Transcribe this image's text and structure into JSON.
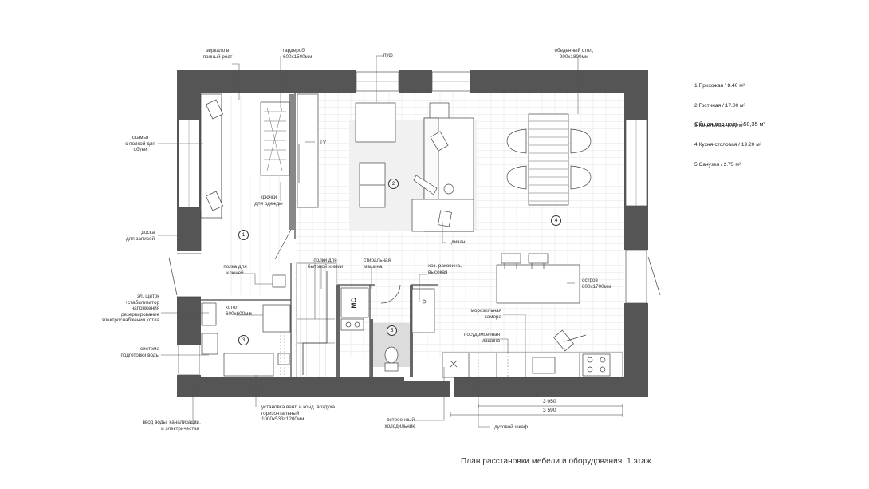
{
  "legend": [
    "1 Прихожая / 8.40 м²",
    "2 Гостиная / 17.00 м²",
    "3 Котельная/ 3.00 м²",
    "4 Кухня-столовая / 19.20 м²",
    "5 Санузел / 2.75 м²"
  ],
  "total_area": "Общая площадь  / 50,35 м²",
  "caption": "План расстановки мебели и оборудования. 1 этаж.",
  "room_numbers": [
    "1",
    "2",
    "3",
    "4",
    "5"
  ],
  "dimensions": [
    "3 050",
    "3 590"
  ],
  "bathroom_tag": "МС",
  "callouts": {
    "mirror": "зеркало в\nполный рост",
    "wardrobe": "гардероб,\n600х1500мм",
    "pouf": "пуф",
    "dining_table": "обеденный стол,\n900х1800мм",
    "bench": "скамья\nс полкой для\nобуви",
    "tv": "TV",
    "hooks": "крючки\nдля одежды",
    "board": "доска\nдля записей",
    "sofa": "диван",
    "key_shelf": "полка для\nключей",
    "chem_shelves": "полки для\nбытовой химии",
    "washer": "стиральная\nмашина",
    "sink": "хоз. раковина,\nвысокая",
    "island": "остров\n800х1700мм",
    "panel": "эл. щиток\n+стабилизатор\nнапряжения\n+резервирование\nэлектроснабжения котла",
    "boiler": "котел\n600х600мм",
    "freezer": "морозильная\nкамера",
    "dishwasher": "посудомоечная\nмашина",
    "water_prep": "система\nподготовки воды",
    "ventilation": "установка вент. и конд. воздуха\nгоризонтальный\n1000х533х1200мм",
    "inputs": "ввод воды, канализации\nи электричества",
    "fridge": "встроенный\nхолодильник",
    "oven": "духовой шкаф"
  }
}
